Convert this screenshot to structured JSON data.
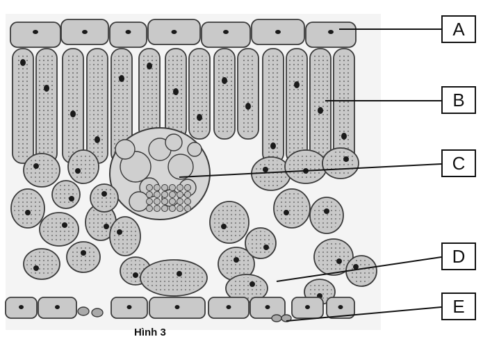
{
  "figure": {
    "caption": "Hình 3",
    "labels": [
      {
        "id": "A",
        "text": "A"
      },
      {
        "id": "B",
        "text": "B"
      },
      {
        "id": "C",
        "text": "C"
      },
      {
        "id": "D",
        "text": "D"
      },
      {
        "id": "E",
        "text": "E"
      }
    ]
  },
  "colors": {
    "cell_fill": "#c9c9c9",
    "cell_wall": "#3a3a3a",
    "nucleus": "#1a1a1a",
    "background": "#ffffff"
  }
}
